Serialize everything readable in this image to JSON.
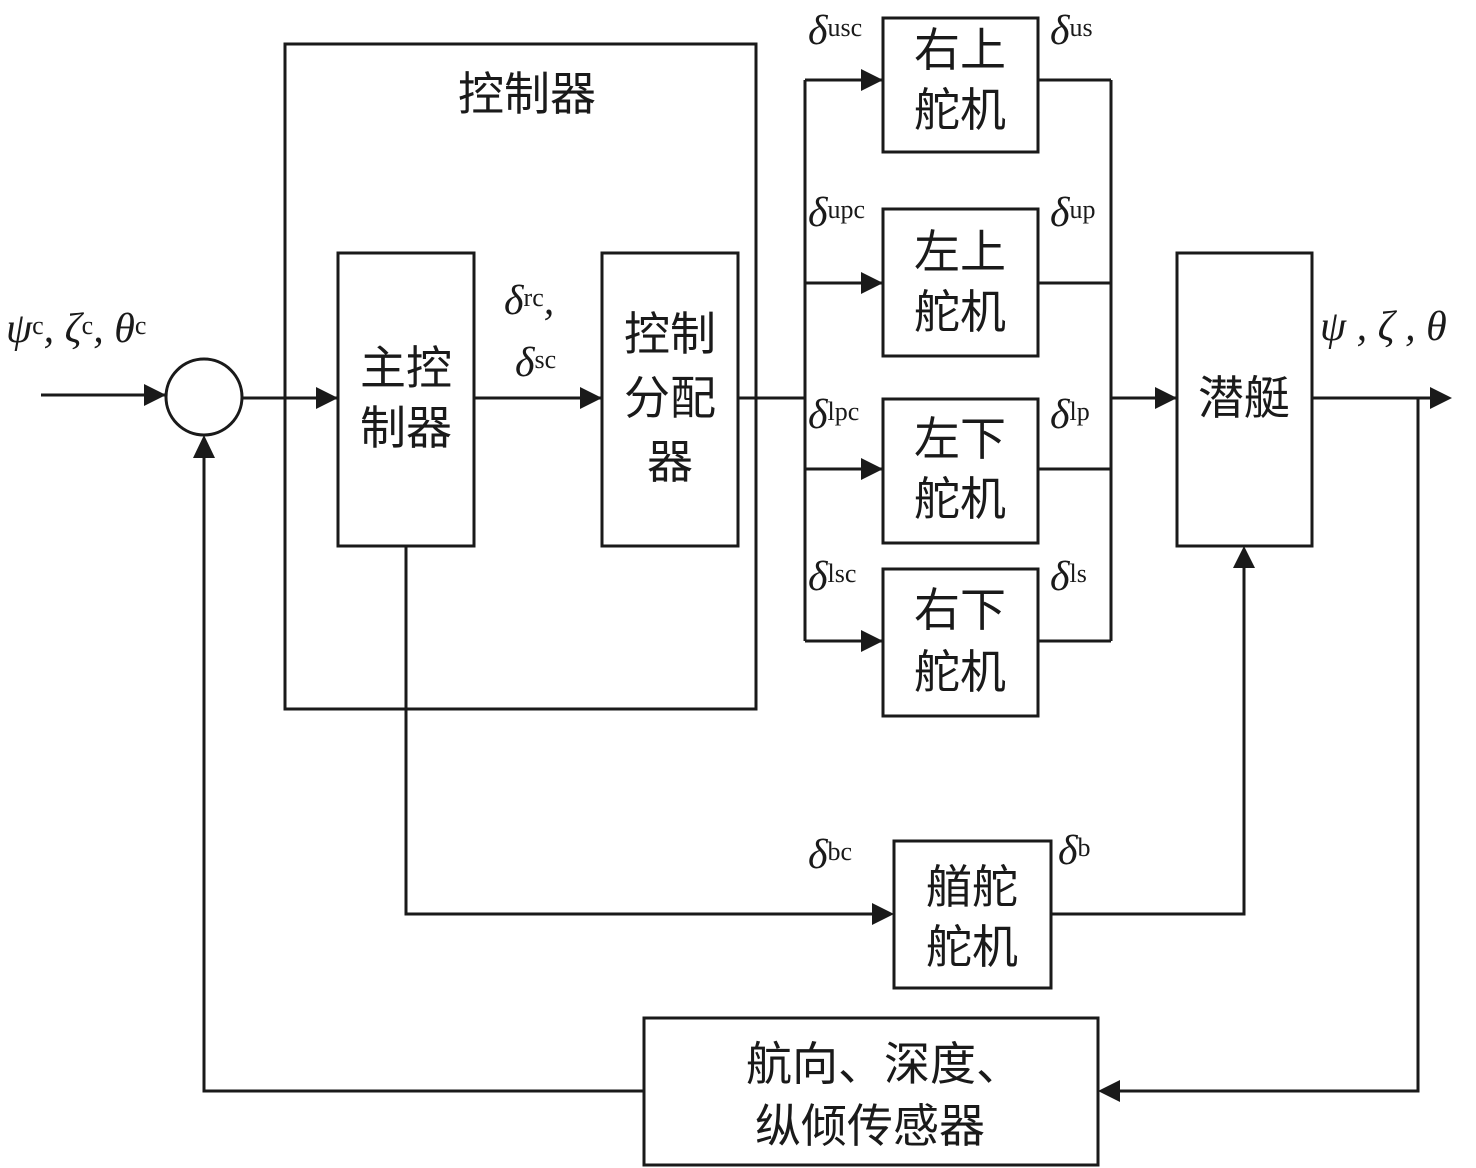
{
  "blocks": {
    "controller": "控制器",
    "main_controller": [
      "主控",
      "制器"
    ],
    "allocator": [
      "控制",
      "分配",
      "器"
    ],
    "actuator_us": [
      "右上",
      "舵机"
    ],
    "actuator_up": [
      "左上",
      "舵机"
    ],
    "actuator_lp": [
      "左下",
      "舵机"
    ],
    "actuator_ls": [
      "右下",
      "舵机"
    ],
    "submarine": "潜艇",
    "bow_actuator": [
      "艏舵",
      "舵机"
    ],
    "sensor": [
      "航向、深度、",
      "纵倾传感器"
    ]
  },
  "signals": {
    "input": [
      {
        "sym": "ψ",
        "sub": "c",
        "sep": ", "
      },
      {
        "sym": "ζ",
        "sub": "c",
        "sep": ", "
      },
      {
        "sym": "θ",
        "sub": "c",
        "sep": ""
      }
    ],
    "delta_rc": {
      "sym": "δ",
      "sub": "rc",
      "suffix": ","
    },
    "delta_sc": {
      "sym": "δ",
      "sub": "sc"
    },
    "delta_usc": {
      "sym": "δ",
      "sub": "usc"
    },
    "delta_us": {
      "sym": "δ",
      "sub": "us"
    },
    "delta_upc": {
      "sym": "δ",
      "sub": "upc"
    },
    "delta_up": {
      "sym": "δ",
      "sub": "up"
    },
    "delta_lpc": {
      "sym": "δ",
      "sub": "lpc"
    },
    "delta_lp": {
      "sym": "δ",
      "sub": "lp"
    },
    "delta_lsc": {
      "sym": "δ",
      "sub": "lsc"
    },
    "delta_ls": {
      "sym": "δ",
      "sub": "ls"
    },
    "delta_bc": {
      "sym": "δ",
      "sub": "bc"
    },
    "delta_b": {
      "sym": "δ",
      "sub": "b"
    },
    "output": "ψ , ζ , θ"
  }
}
